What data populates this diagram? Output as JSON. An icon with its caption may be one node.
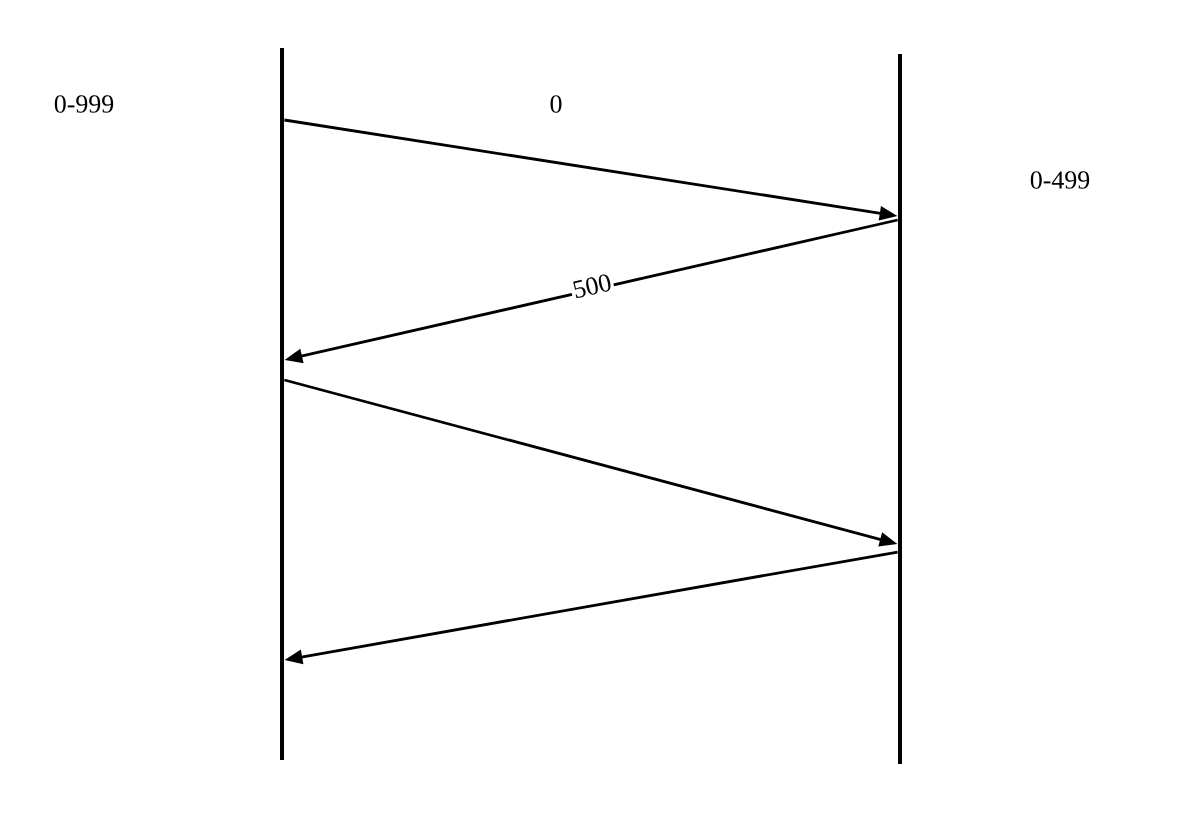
{
  "diagram": {
    "nodes": [
      {
        "text": [],
        "shape": "bar"
      },
      {
        "text": [],
        "shape": "bar"
      }
    ],
    "edges": [
      {
        "from": 0,
        "to": 1,
        "arrow": "to",
        "label": "0"
      },
      {
        "from": 1,
        "to": 0,
        "arrow": "to",
        "label": "500"
      },
      {
        "from": 0,
        "to": 1,
        "arrow": "to"
      },
      {
        "from": 1,
        "to": 0,
        "arrow": "to"
      }
    ],
    "labels": [
      "0-999",
      "0-499"
    ]
  }
}
